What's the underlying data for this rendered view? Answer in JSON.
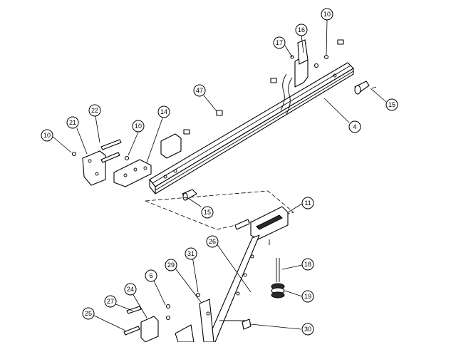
{
  "callouts": {
    "c10a": "10",
    "c16": "16",
    "c17": "17",
    "c15a": "15",
    "c4": "4",
    "c47": "47",
    "c14": "14",
    "c22": "22",
    "c21": "21",
    "c10b": "10",
    "c10c": "10",
    "c15b": "15",
    "c11": "11",
    "c26": "26",
    "c31": "31",
    "c29": "29",
    "c6": "6",
    "c24": "24",
    "c27": "27",
    "c25": "25",
    "c18": "18",
    "c19": "19",
    "c30": "30"
  }
}
